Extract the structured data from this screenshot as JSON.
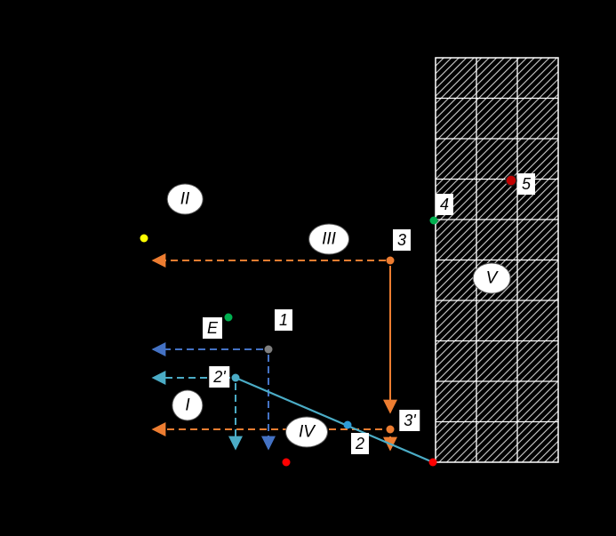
{
  "diagram": {
    "background": "#000000",
    "regions": [
      {
        "label": "I"
      },
      {
        "label": "II"
      },
      {
        "label": "III"
      },
      {
        "label": "IV"
      },
      {
        "label": "V"
      }
    ],
    "points": [
      {
        "label": "E",
        "color": "#00B050"
      },
      {
        "label": "1",
        "color": "#7F7F7F"
      },
      {
        "label": "2",
        "color": "#2E9BD6"
      },
      {
        "label": "2'",
        "color": "#4BACC6"
      },
      {
        "label": "3",
        "color": "#ED7D31"
      },
      {
        "label": "3'",
        "color": "#ED7D31"
      },
      {
        "label": "4",
        "color": "#00B050"
      },
      {
        "label": "5",
        "color": "#C00000"
      }
    ],
    "extra_points": [
      {
        "name": "yellow-point",
        "color": "#FFFF00"
      },
      {
        "name": "red-point-bottom-left",
        "color": "#FF0000"
      },
      {
        "name": "red-point-bottom-right",
        "color": "#FF0000"
      }
    ],
    "path_colors": {
      "orange": "#ED7D31",
      "blue": "#4472C4",
      "teal": "#4BACC6"
    },
    "hatch": {
      "line_color": "#CFCFCF",
      "grid_color": "#FFFFFF"
    }
  }
}
